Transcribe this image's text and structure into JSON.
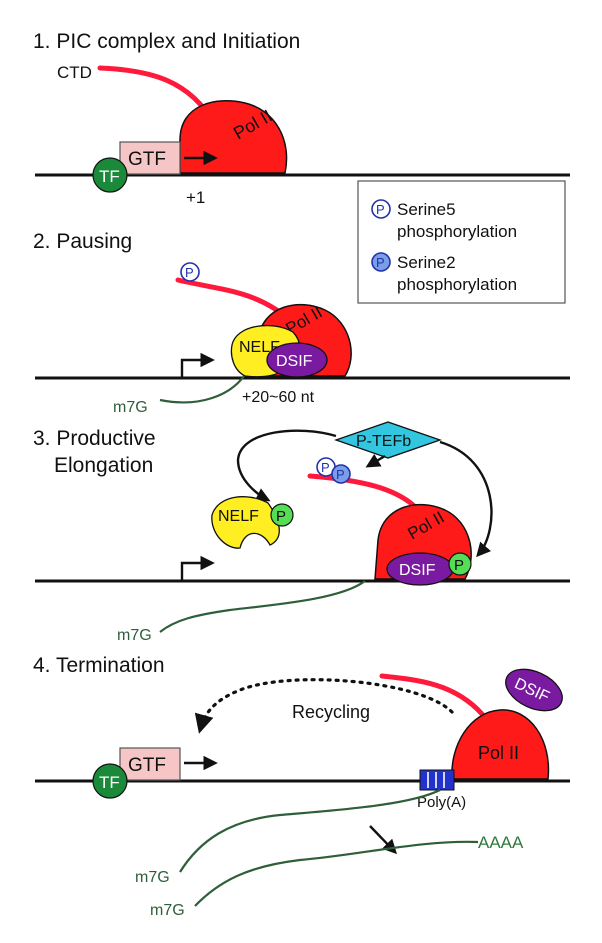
{
  "stages": [
    {
      "title": "1. PIC complex and Initiation"
    },
    {
      "title": "2. Pausing"
    },
    {
      "title": "3. Productive",
      "title_line2": "Elongation"
    },
    {
      "title": "4. Termination"
    }
  ],
  "labels": {
    "ctd": "CTD",
    "pol2": "Pol II",
    "gtf": "GTF",
    "tf": "TF",
    "plus1": "+1",
    "nelf": "NELF",
    "dsif": "DSIF",
    "pause_site": "+20~60 nt",
    "m7g": "m7G",
    "ptefb": "P-TEFb",
    "p": "P",
    "recycling": "Recycling",
    "polya": "Poly(A)",
    "aaaa": "AAAA"
  },
  "legend": {
    "items": [
      {
        "line1": "Serine5",
        "line2": "phosphorylation",
        "color": "#ffffff"
      },
      {
        "line1": "Serine2",
        "line2": "phosphorylation",
        "color": "#7a9ee8"
      }
    ]
  },
  "colors": {
    "pol2": "#ff1a1a",
    "gtf": "#f6c5c5",
    "tf": "#1a8a3a",
    "nelf": "#ffee22",
    "dsif": "#7a1aa0",
    "ptefb": "#33c6e0",
    "phospho_nelf": "#55dd55",
    "ctd": "#ff1a3c",
    "rna": "#2e5f3a",
    "polya_box": "#2233cc"
  }
}
